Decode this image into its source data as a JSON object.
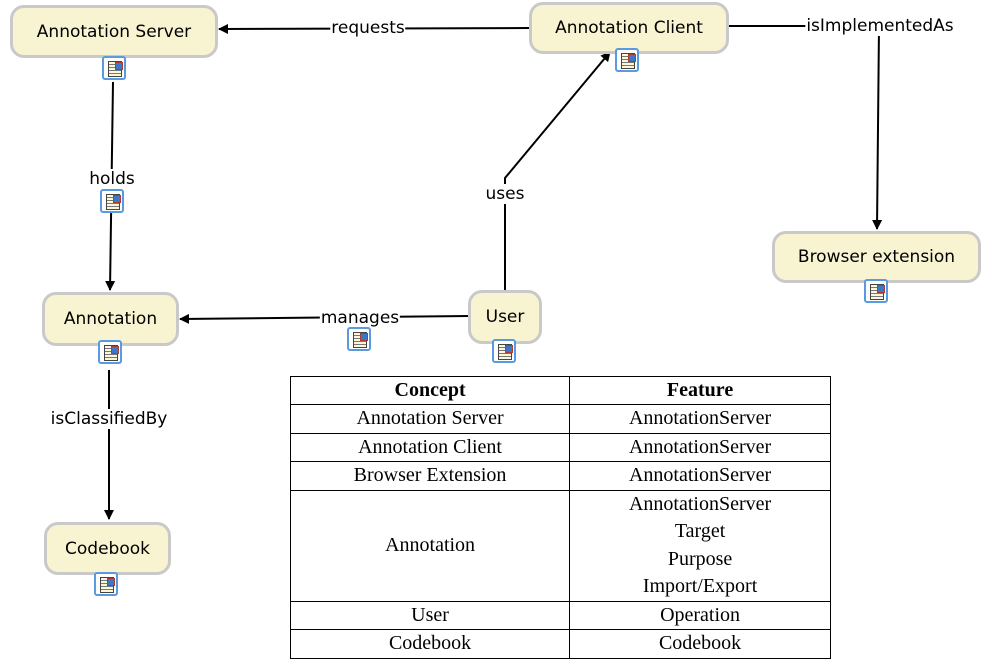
{
  "nodes": {
    "annotation_server": "Annotation Server",
    "annotation_client": "Annotation Client",
    "browser_extension": "Browser extension",
    "annotation": "Annotation",
    "user": "User",
    "codebook": "Codebook"
  },
  "edges": {
    "requests": "requests",
    "is_implemented_as": "isImplementedAs",
    "holds": "holds",
    "uses": "uses",
    "manages": "manages",
    "is_classified_by": "isClassifiedBy"
  },
  "icon": "resource-icon",
  "table": {
    "headers": [
      "Concept",
      "Feature"
    ],
    "rows": [
      {
        "concept": "Annotation Server",
        "features": [
          "AnnotationServer"
        ]
      },
      {
        "concept": "Annotation Client",
        "features": [
          "AnnotationServer"
        ]
      },
      {
        "concept": "Browser Extension",
        "features": [
          "AnnotationServer"
        ]
      },
      {
        "concept": "Annotation",
        "features": [
          "AnnotationServer",
          "Target",
          "Purpose",
          "Import/Export"
        ]
      },
      {
        "concept": "User",
        "features": [
          "Operation"
        ]
      },
      {
        "concept": "Codebook",
        "features": [
          "Codebook"
        ]
      }
    ]
  }
}
